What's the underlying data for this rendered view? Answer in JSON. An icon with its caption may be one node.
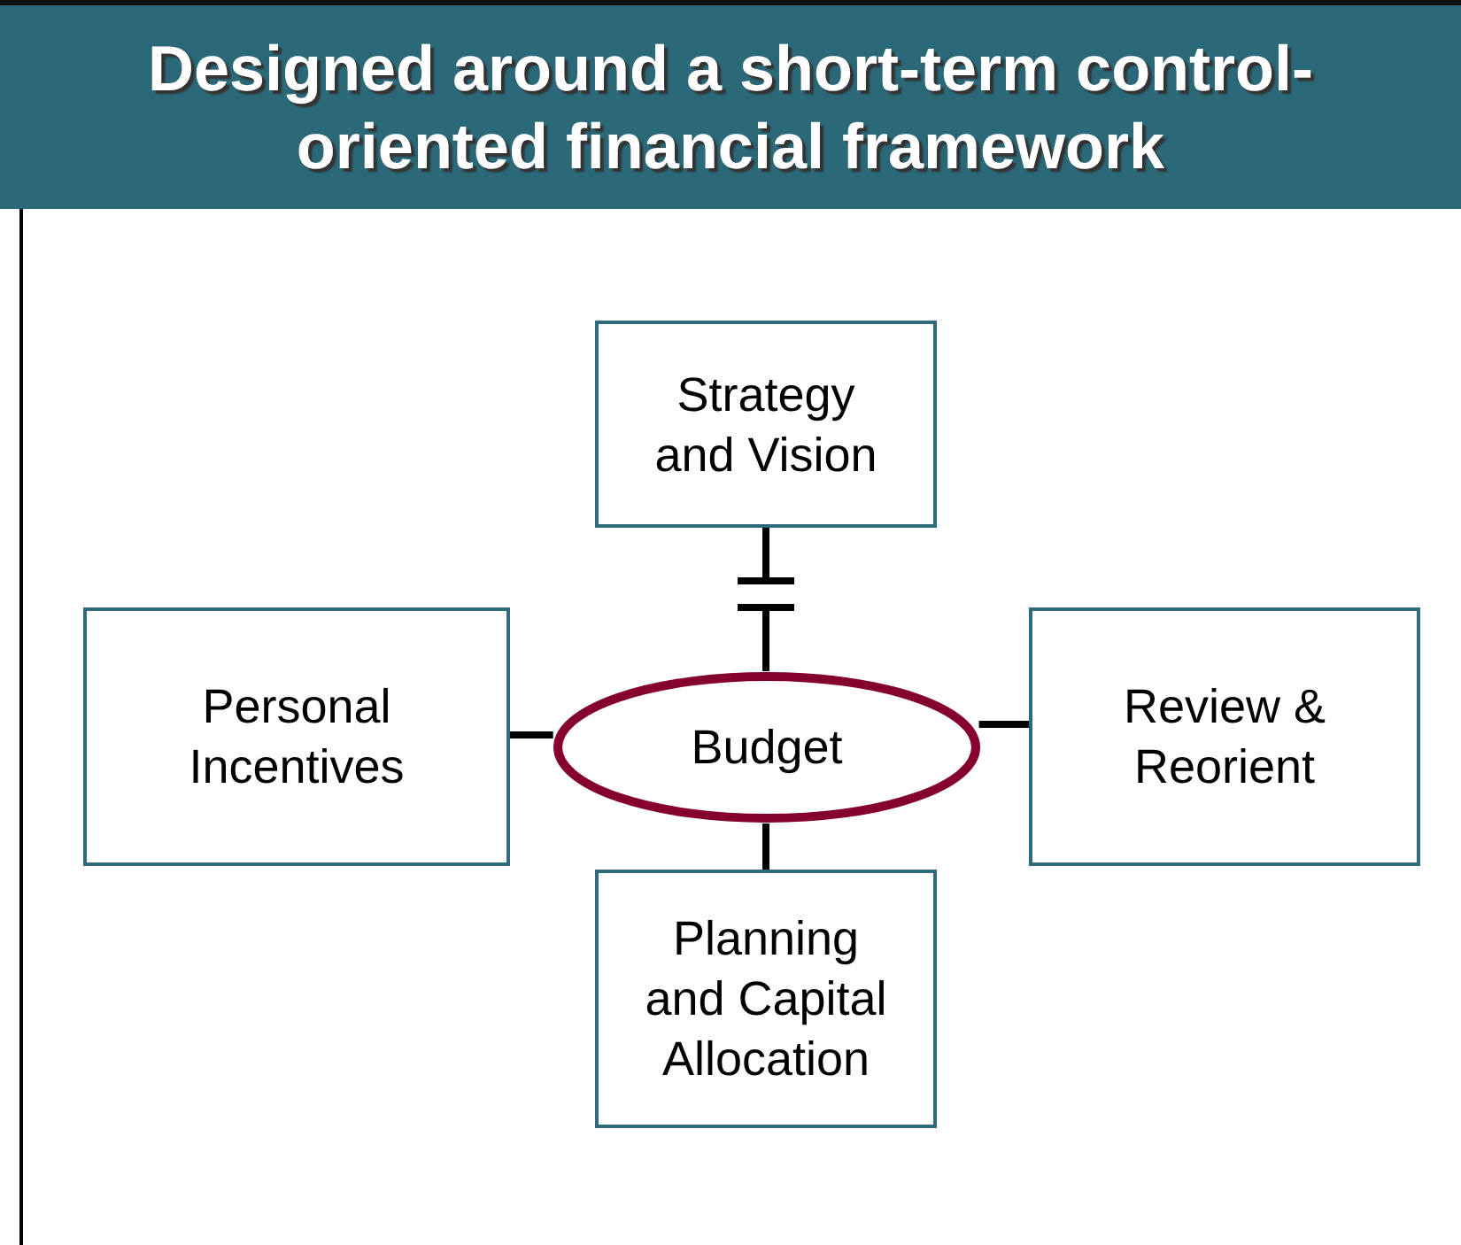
{
  "diagram": {
    "title": "Designed around a short-term control- oriented financial framework",
    "nodes": [
      {
        "text": [
          "Strategy and Vision"
        ]
      },
      {
        "text": [
          "Personal Incentives"
        ]
      },
      {
        "text": [
          "Budget"
        ]
      },
      {
        "text": [
          "Review & Reorient"
        ]
      },
      {
        "text": [
          "Planning and Capital Allocation"
        ]
      }
    ],
    "edges": [
      {
        "from": 0,
        "to": null,
        "arrow": "other"
      },
      {
        "from": 2,
        "to": null,
        "arrow": "other"
      },
      {
        "from": 1,
        "to": 2,
        "arrow": "none"
      },
      {
        "from": 2,
        "to": 3,
        "arrow": "none"
      },
      {
        "from": 2,
        "to": 4,
        "arrow": "none"
      }
    ]
  }
}
